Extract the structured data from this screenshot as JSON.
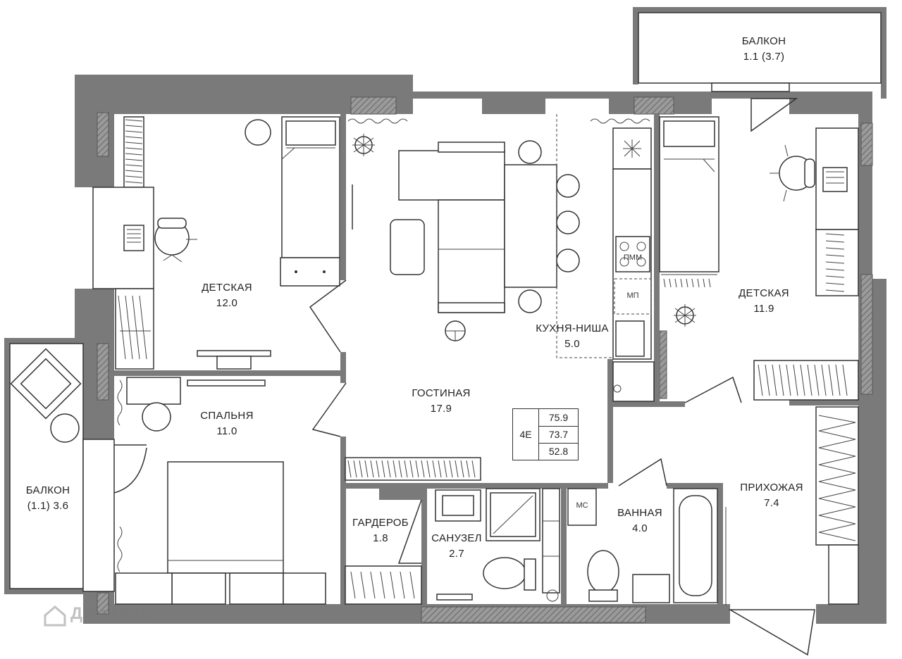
{
  "rooms": {
    "balcony_top": {
      "name": "БАЛКОН",
      "area": "1.1 (3.7)"
    },
    "balcony_left": {
      "name": "БАЛКОН",
      "area": "(1.1) 3.6"
    },
    "kids_left": {
      "name": "ДЕТСКАЯ",
      "area": "12.0"
    },
    "kids_right": {
      "name": "ДЕТСКАЯ",
      "area": "11.9"
    },
    "living": {
      "name": "ГОСТИНАЯ",
      "area": "17.9"
    },
    "kitchen": {
      "name": "КУХНЯ-НИША",
      "area": "5.0"
    },
    "bedroom": {
      "name": "СПАЛЬНЯ",
      "area": "11.0"
    },
    "wardrobe": {
      "name": "ГАРДЕРОБ",
      "area": "1.8"
    },
    "wc": {
      "name": "САНУЗЕЛ",
      "area": "2.7"
    },
    "bathroom": {
      "name": "ВАННАЯ",
      "area": "4.0"
    },
    "hall": {
      "name": "ПРИХОЖАЯ",
      "area": "7.4"
    }
  },
  "area_table": {
    "type": "4Е",
    "total": "75.9",
    "living_total": "73.7",
    "residential": "52.8"
  },
  "appliance_tags": {
    "dishwasher": "ПММ",
    "microwave": "МП",
    "washer": "МС"
  },
  "watermark": "ДомКлик",
  "colors": {
    "wall": "#7a7a7a",
    "line": "#333333",
    "background": "#ffffff"
  }
}
